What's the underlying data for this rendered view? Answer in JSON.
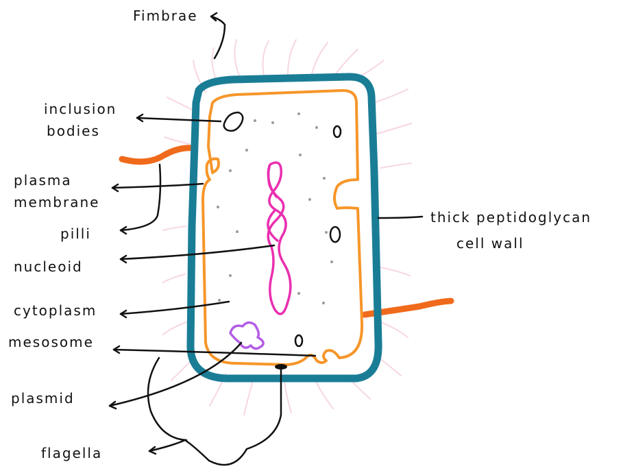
{
  "labels": {
    "fimbrae": "Fimbrae",
    "inclusion_bodies_1": "inclusion",
    "inclusion_bodies_2": "bodies",
    "plasma_membrane_1": "plasma",
    "plasma_membrane_2": "membrane",
    "pilli": "pilli",
    "nucleoid": "nucleoid",
    "cytoplasm": "cytoplasm",
    "mesosome": "mesosome",
    "plasmid": "plasmid",
    "flagella": "flagella",
    "cell_wall_1": "thick peptidoglycan",
    "cell_wall_2": "cell wall"
  },
  "colors": {
    "cell_wall": "#1a7d96",
    "plasma_membrane": "#f6962a",
    "pili_flagella": "#f06a1c",
    "nucleoid": "#ea2fb0",
    "plasmid": "#b35ce6",
    "fimbriae": "#f7d6e4",
    "lines": "#111111",
    "ribosomes": "#9a9a9a"
  }
}
